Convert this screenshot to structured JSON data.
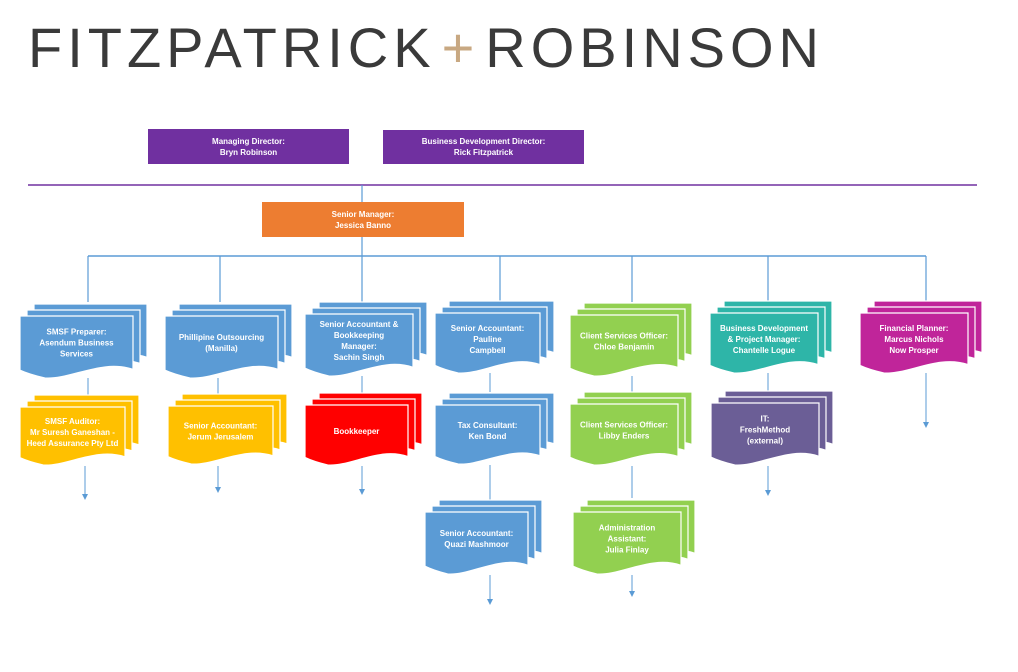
{
  "logo": {
    "left": "FITZPATRICK",
    "plus": "+",
    "right": "ROBINSON"
  },
  "top": {
    "md": {
      "role": "Managing Director:",
      "name": "Bryn Robinson"
    },
    "bdd": {
      "role": "Business Development Director:",
      "name": "Rick Fitzpatrick"
    }
  },
  "senior_manager": {
    "role": "Senior Manager:",
    "name": "Jessica Banno"
  },
  "colors": {
    "purple": "#7030a0",
    "orange": "#ed7d31",
    "blue": "#5b9bd5",
    "yellow": "#ffc000",
    "red": "#ff0000",
    "green": "#92d050",
    "teal": "#2eb5a8",
    "grey": "#6b5e96",
    "magenta": "#c0259a"
  },
  "nodes": {
    "smsf_preparer": [
      "SMSF Preparer:",
      "Asendum Business",
      "Services"
    ],
    "smsf_auditor": [
      "SMSF Auditor:",
      "Mr Suresh Ganeshan -",
      "Heed Assurance Pty Ltd"
    ],
    "phil_outsourcing": [
      "Phillipine Outsourcing",
      "(Manilla)"
    ],
    "phil_senior": [
      "Senior Accountant:",
      "Jerum Jerusalem"
    ],
    "sa_bookkeeping": [
      "Senior Accountant &",
      "Bookkeeping",
      "Manager:",
      "Sachin Singh"
    ],
    "bookkeeper": [
      "Bookkeeper"
    ],
    "sa_pauline": [
      "Senior Accountant:",
      "Pauline",
      "Campbell"
    ],
    "tax_consultant": [
      "Tax Consultant:",
      "Ken Bond"
    ],
    "sa_quazi": [
      "Senior Accountant:",
      "Quazi Mashmoor"
    ],
    "cso_chloe": [
      "Client Services Officer:",
      "Chloe Benjamin"
    ],
    "cso_libby": [
      "Client Services Officer:",
      "Libby Enders"
    ],
    "admin_julia": [
      "Administration",
      "Assistant:",
      "Julia Finlay"
    ],
    "bd_chantelle": [
      "Business Development",
      "& Project Manager:",
      "Chantelle Logue"
    ],
    "it_fresh": [
      "IT:",
      "FreshMethod",
      "(external)"
    ],
    "fin_planner": [
      "Financial Planner:",
      "Marcus Nichols",
      "Now Prosper"
    ]
  }
}
